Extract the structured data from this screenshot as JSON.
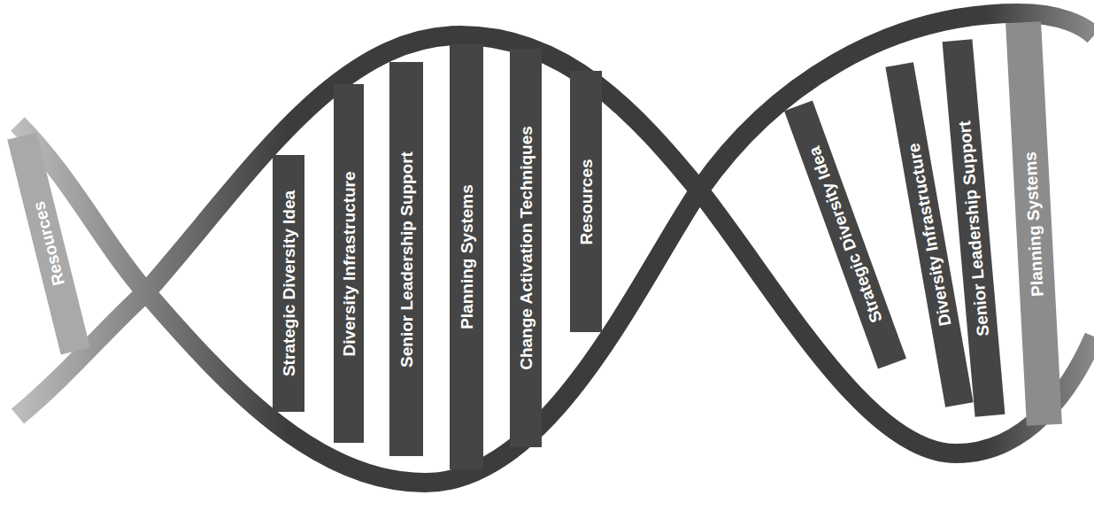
{
  "diagram": {
    "nodes": [
      {
        "text": [
          "Resources"
        ]
      },
      {
        "text": [
          "Strategic Diversity Idea"
        ]
      },
      {
        "text": [
          "Diversity Infrastructure"
        ]
      },
      {
        "text": [
          "Senior Leadership Support"
        ]
      },
      {
        "text": [
          "Planning Systems"
        ]
      },
      {
        "text": [
          "Change Activation Techniques"
        ]
      },
      {
        "text": [
          "Resources"
        ]
      },
      {
        "text": [
          "Strategic Diversity Idea"
        ]
      },
      {
        "text": [
          "Diversity Infrastructure"
        ]
      },
      {
        "text": [
          "Senior Leadership Support"
        ]
      },
      {
        "text": [
          "Planning Systems"
        ]
      }
    ]
  }
}
